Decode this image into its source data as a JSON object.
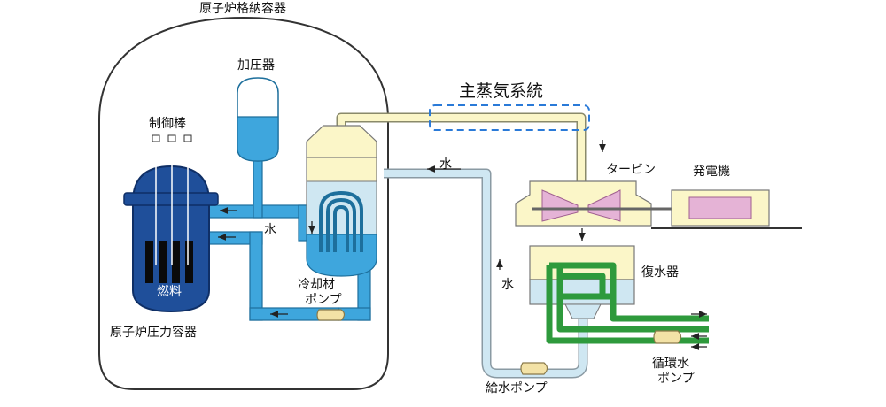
{
  "diagram": {
    "title": "原子炉格納容器",
    "labels": {
      "main_steam_system": "主蒸気系統",
      "pressurizer": "加圧器",
      "control_rods": "制御棒",
      "fuel": "燃料",
      "reactor_pressure_vessel": "原子炉圧力容器",
      "coolant_pump_line1": "冷却材",
      "coolant_pump_line2": "ポンプ",
      "water_primary": "水",
      "water_feed_top": "水",
      "water_feed_side": "水",
      "turbine": "タービン",
      "generator": "発電機",
      "condenser": "復水器",
      "feedwater_pump": "給水ポンプ",
      "circ_pump_line1": "循環水",
      "circ_pump_line2": "ポンプ"
    },
    "colors": {
      "water_blue": "#3ea6dd",
      "pipe_light_blue": "#cfe7f2",
      "steam_yellow": "#fbf6c8",
      "circulation_green": "#2e9a3c",
      "vessel_navy": "#1f4f9a",
      "turbine_pink": "#e5b3d6",
      "outline": "#555555"
    }
  }
}
